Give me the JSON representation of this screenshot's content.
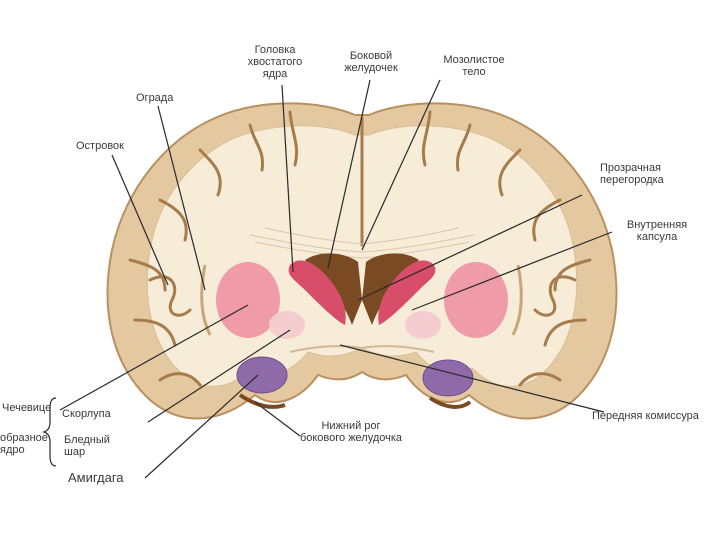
{
  "labels": {
    "caudate_head": "Головка\nхвостатого\nядра",
    "lateral_ventricle": "Боковой\nжелудочек",
    "corpus_callosum": "Мозолистое\nтело",
    "claustrum": "Ограда",
    "insula": "Островок",
    "septum": "Прозрачная\nперегородка",
    "internal_capsule": "Внутренняя\nкапсула",
    "lentiform_1": "Чечевице",
    "lentiform_2": "образное\nядро",
    "putamen": "Скорлупа",
    "globus_pallidus": "Бледный\nшар",
    "amygdala": "Амигдага",
    "inferior_horn": "Нижний рог\nбокового желудочка",
    "anterior_commissure": "Передняя комиссура"
  },
  "colors": {
    "background": "#ffffff",
    "cortex": "#e3c8a0",
    "white_matter": "#f6ecd8",
    "putamen": "#ef9ca8",
    "globus_pallidus": "#f5cdd0",
    "caudate": "#d84d69",
    "ventricle": "#7a4a22",
    "amygdala": "#8e6aa8",
    "leader_line": "#2a2a2a",
    "text": "#3a3a3a"
  }
}
